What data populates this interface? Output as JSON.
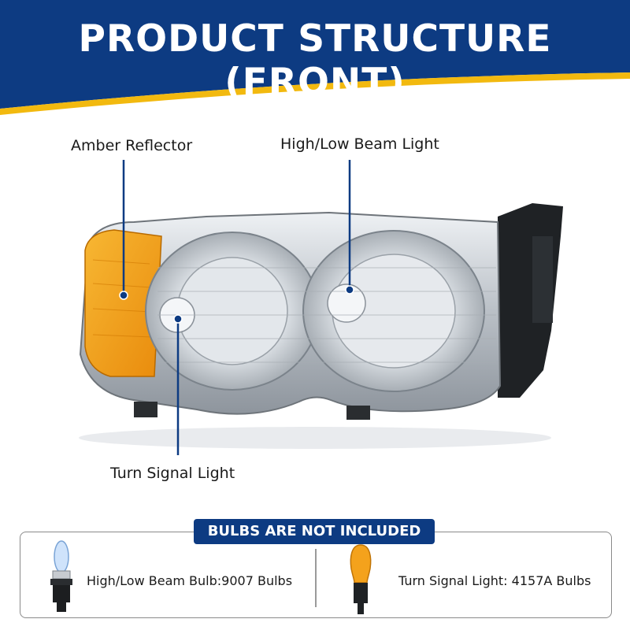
{
  "header": {
    "title": "PRODUCT STRUCTURE (FRONT)"
  },
  "callouts": {
    "amber_reflector": "Amber Reflector",
    "high_low_beam": "High/Low Beam Light",
    "turn_signal": "Turn Signal Light"
  },
  "bulbs": {
    "notice": "BULBS ARE NOT INCLUDED",
    "beam_bulb": "High/Low Beam Bulb:9007 Bulbs",
    "turn_bulb": "Turn Signal Light: 4157A Bulbs"
  },
  "colors": {
    "banner_blue": "#0d3b82",
    "accent_yellow": "#f2b90f",
    "amber": "#f5a623",
    "chrome": "#c9ced4"
  },
  "icons": [
    "headlight-assembly-image",
    "9007-bulb-icon",
    "4157a-bulb-icon"
  ]
}
